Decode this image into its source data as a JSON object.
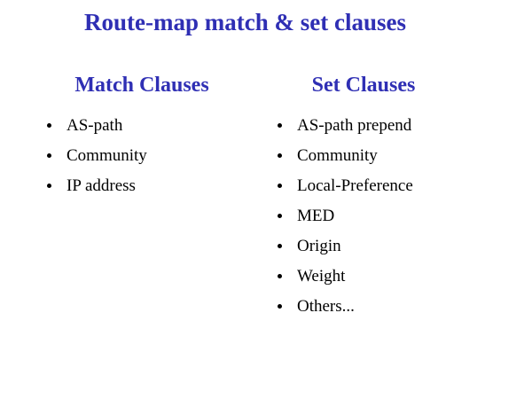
{
  "slide": {
    "title": "Route-map match & set clauses",
    "background_color": "#ffffff",
    "heading_color": "#2f2fb4",
    "body_text_color": "#000000",
    "bullet_glyph": "bullet-dot"
  },
  "columns": {
    "match": {
      "heading": "Match Clauses",
      "items": [
        {
          "label": "AS-path"
        },
        {
          "label": "Community"
        },
        {
          "label": "IP address"
        }
      ]
    },
    "set": {
      "heading": "Set Clauses",
      "items": [
        {
          "label": "AS-path prepend"
        },
        {
          "label": "Community"
        },
        {
          "label": "Local-Preference"
        },
        {
          "label": "MED"
        },
        {
          "label": "Origin"
        },
        {
          "label": "Weight"
        },
        {
          "label": "Others..."
        }
      ]
    }
  }
}
